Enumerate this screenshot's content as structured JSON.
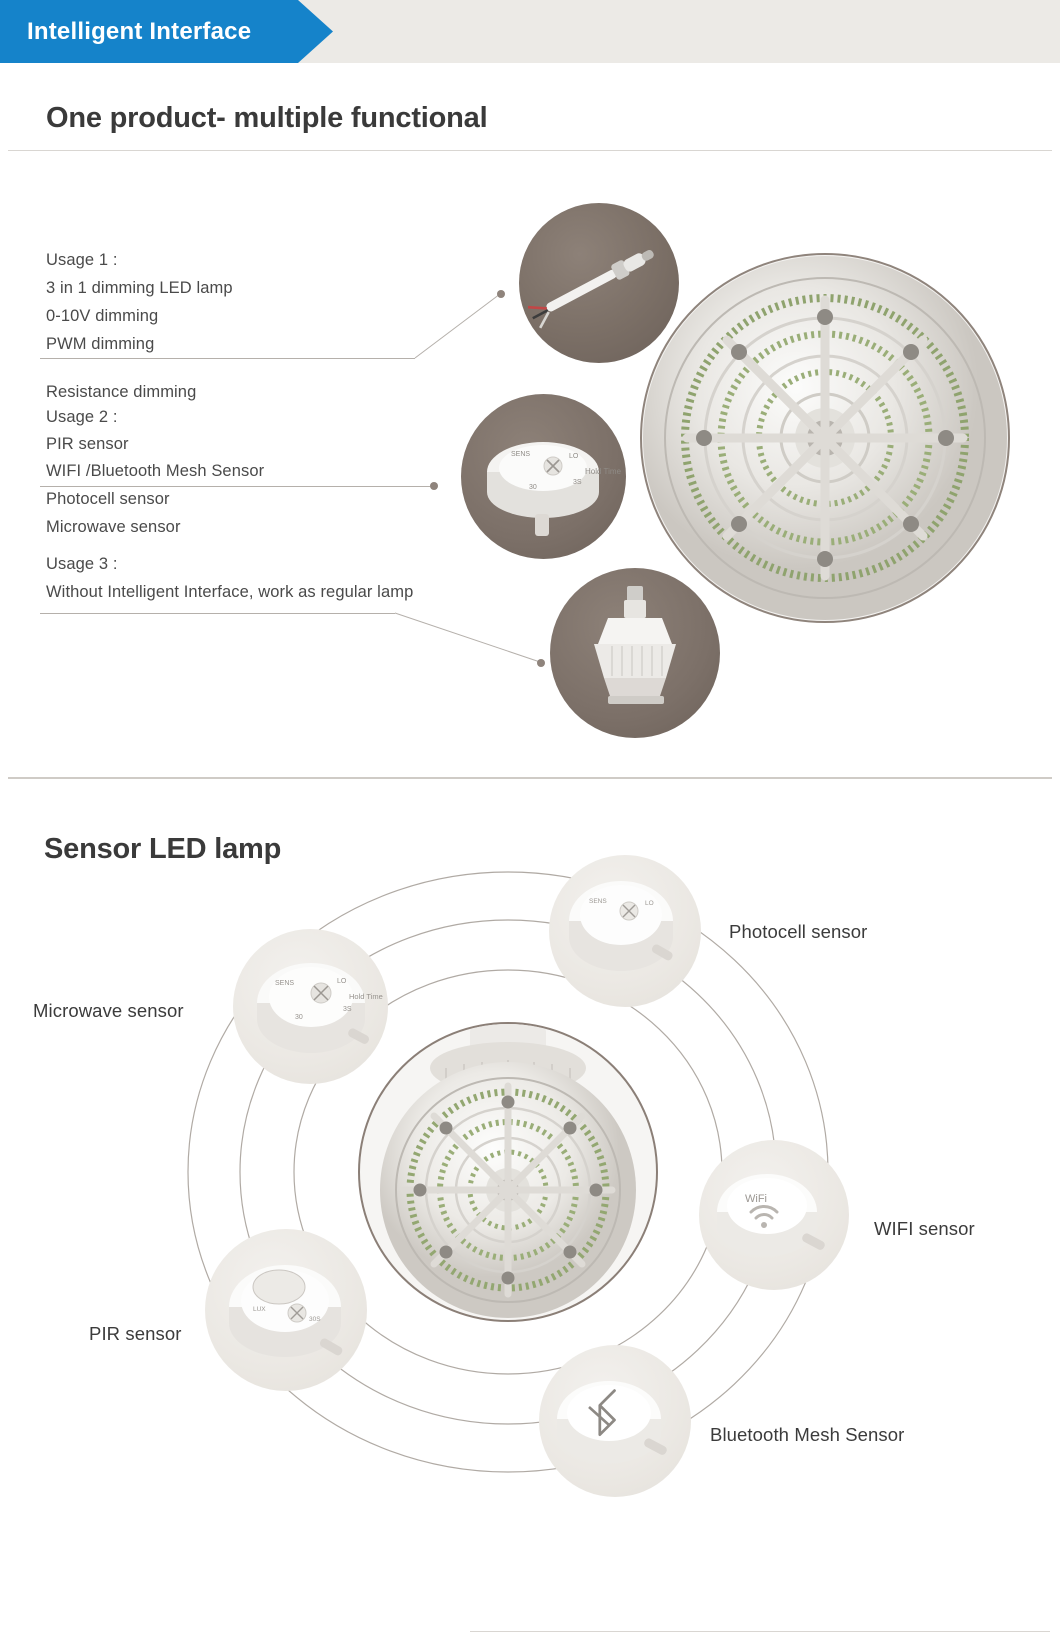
{
  "header": {
    "ribbon_label": "Intelligent Interface",
    "ribbon_color": "#1583ca",
    "ribbon_bg": "#eceae6"
  },
  "section_one": {
    "title": "One product- multiple functional",
    "usage_lines": [
      "Usage 1 :",
      "3 in 1 dimming LED lamp",
      "0-10V dimming",
      "PWM dimming",
      "Resistance dimming",
      "Usage 2 :",
      "PIR sensor",
      "WIFI /Bluetooth Mesh Sensor",
      "Photocell sensor",
      "Microwave sensor",
      "Usage 3 :",
      "Without Intelligent Interface, work as regular lamp"
    ],
    "callouts": [
      {
        "name": "driver-cable",
        "target": "dimming driver connector photo"
      },
      {
        "name": "microwave-module",
        "target": "sensor module photo"
      },
      {
        "name": "regular-lamp",
        "target": "LED lamp bulb photo"
      }
    ],
    "product_photo": "high-bay LED lamp top view"
  },
  "section_two": {
    "title": "Sensor LED lamp",
    "center": "LED high bay lamp",
    "sensors": [
      {
        "id": "microwave",
        "label": "Microwave sensor"
      },
      {
        "id": "photocell",
        "label": "Photocell sensor"
      },
      {
        "id": "wifi",
        "label": "WIFI sensor",
        "icon": "wifi-icon",
        "icon_text": "WiFi"
      },
      {
        "id": "pir",
        "label": "PIR sensor"
      },
      {
        "id": "bluetooth",
        "label": "Bluetooth Mesh Sensor",
        "icon": "bluetooth-icon"
      }
    ]
  },
  "colors": {
    "accent_blue": "#1583ca",
    "header_grey": "#eceae6",
    "line_grey": "#b5b0ab",
    "brown_ring": "#8b7f77",
    "text_dark": "#3a3a3a",
    "text_body": "#4a4a4a"
  }
}
